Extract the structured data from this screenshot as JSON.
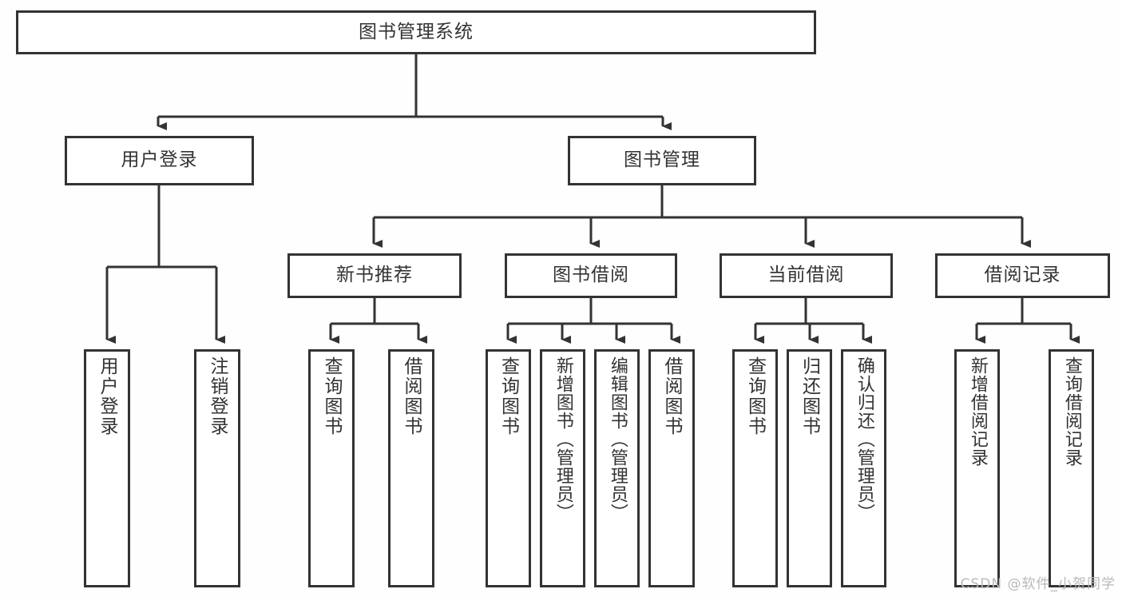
{
  "diagram": {
    "type": "tree",
    "title": "图书管理系统",
    "colors": {
      "box_border": "#333333",
      "box_fill": "#ffffff",
      "line": "#333333",
      "text": "#333333",
      "background": "#fefefe",
      "watermark": "#b9b9b9"
    },
    "root": {
      "label": "图书管理系统"
    },
    "level2": [
      {
        "label": "用户登录"
      },
      {
        "label": "图书管理"
      }
    ],
    "level3": [
      {
        "label": "新书推荐"
      },
      {
        "label": "图书借阅"
      },
      {
        "label": "当前借阅"
      },
      {
        "label": "借阅记录"
      }
    ],
    "leaves": {
      "user_login": [
        {
          "label": "用户登录"
        },
        {
          "label": "注销登录"
        }
      ],
      "new_book_recommend": [
        {
          "label": "查询图书"
        },
        {
          "label": "借阅图书"
        }
      ],
      "book_borrow": [
        {
          "label": "查询图书"
        },
        {
          "label": "新增图书（管理员）"
        },
        {
          "label": "编辑图书（管理员）"
        },
        {
          "label": "借阅图书"
        }
      ],
      "current_borrow": [
        {
          "label": "查询图书"
        },
        {
          "label": "归还图书"
        },
        {
          "label": "确认归还（管理员）"
        }
      ],
      "borrow_record": [
        {
          "label": "新增借阅记录"
        },
        {
          "label": "查询借阅记录"
        }
      ]
    }
  },
  "watermark": {
    "text": "CSDN @软件_小贺同学"
  }
}
